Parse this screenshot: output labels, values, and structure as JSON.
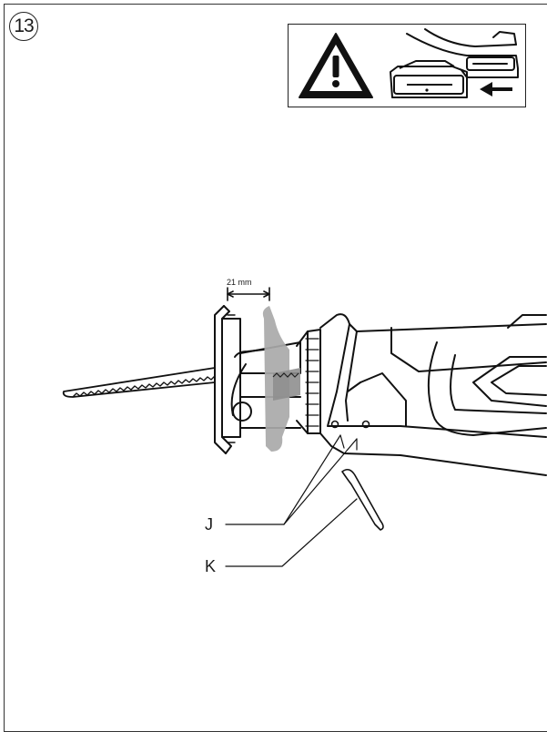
{
  "step": {
    "number": "13"
  },
  "warning": {
    "symbol": "warning-triangle-icon",
    "illustration": "battery-removal"
  },
  "figure": {
    "dimension_label": "21 mm",
    "callouts": {
      "j": "J",
      "k": "K"
    }
  }
}
